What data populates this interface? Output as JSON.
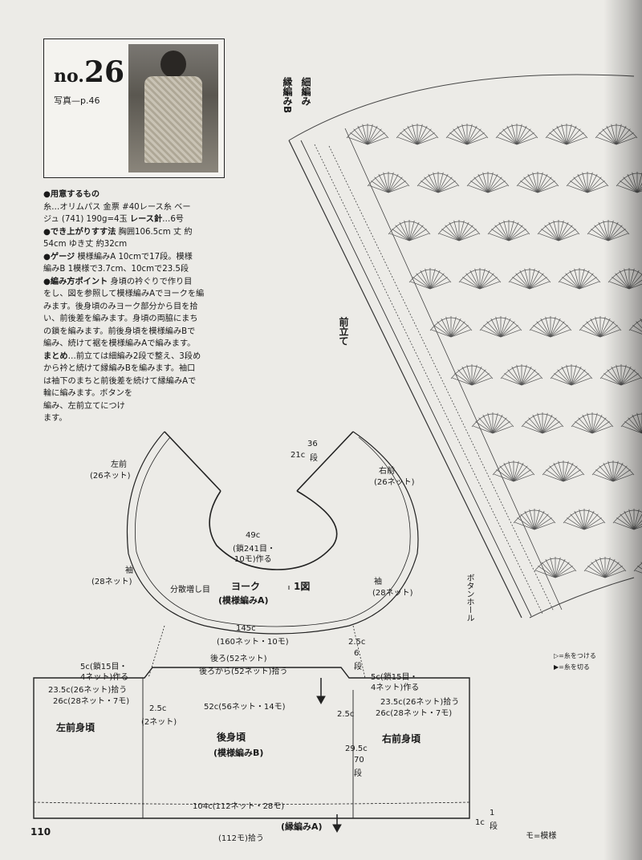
{
  "header": {
    "no_label": "no.",
    "no_number": "26",
    "photo_ref": "写真—p.46"
  },
  "materials": {
    "title": "●用意するもの",
    "line1": "糸…オリムパス 金票 #40レース糸 ベー",
    "line2_a": "ジュ (741) 190g=4玉 ",
    "line2_b": "レース針",
    "line2_c": "…6号"
  },
  "size": {
    "title": "●でき上がりすす法",
    "line1": " 胸囲106.5cm 丈 約",
    "line2": "54cm ゆき丈 約32cm"
  },
  "gauge": {
    "title": "●ゲージ",
    "line1": " 模様編みA 10cmで17段。模様",
    "line2": "編みB 1模様で3.7cm、10cmで23.5段"
  },
  "points": {
    "title": "●編み方ポイント",
    "lines": [
      " 身頃の衿ぐりで作り目",
      "をし、図を参照して模様編みAでヨークを編",
      "みます。後身頃のみヨーク部分から目を拾",
      "い、前後差を編みます。身頃の両脇にまち",
      "の鎖を編みます。前後身頃を模様編みBで",
      "編み、続けて裾を模様編みAで編みます。"
    ]
  },
  "finish": {
    "title": "まとめ",
    "lines": [
      "…前立ては細編み2段で整え、3段め",
      "から衿と続けて縁編みBを編みます。袖口",
      "は袖下のまちと前後差を続けて縁編みAで",
      "輪に編みます。ボタンを",
      "編み、左前立てにつけ",
      "ます。"
    ]
  },
  "yoke": {
    "left_front": "左前",
    "left_front_net": "(26ネット)",
    "right_front": "右前",
    "right_front_net": "(26ネット)",
    "side_21c": "21c",
    "side_36": "36",
    "side_dan": "段",
    "neck_49c": "49c",
    "neck_detail1": "(鎖241目・",
    "neck_detail2": "10モ)作る",
    "sleeve_l": "袖",
    "sleeve_l_net": "(28ネット)",
    "sleeve_r": "袖",
    "sleeve_r_net": "(28ネット)",
    "distributed": "分散増し目",
    "title": "ヨーク",
    "fig": "1図",
    "pattern": "(模様編みA)",
    "hem_145c": "145c",
    "hem_detail": "(160ネット・10モ)"
  },
  "body": {
    "back_52": "後ろ(52ネット)",
    "back_pick": "後ろから(52ネット)拾う",
    "left_5c": "5c(鎖15目・",
    "left_5c_2": "4ネット)作る",
    "right_5c": "5c(鎖15目・",
    "right_5c_2": "4ネット)作る",
    "left_23": "23.5c(26ネット)拾う",
    "left_26": "26c(28ネット・7モ)",
    "right_23": "23.5c(26ネット)拾う",
    "right_26": "26c(28ネット・7モ)",
    "left_25": "2.5c",
    "left_25_net": "(2ネット)",
    "center_52c": "52c(56ネット・14モ)",
    "right_25a": "2.5c",
    "right_6": "6",
    "right_6dan": "段",
    "right_25b": "2.5c",
    "left_front": "左前身頃",
    "back": "後身頃",
    "back_pattern": "(模様編みB)",
    "right_front": "右前身頃",
    "height_295": "29.5c",
    "height_70": "70",
    "height_dan": "段",
    "hem_104": "104c(112ネット・28モ)",
    "hem_1c": "1c",
    "hem_1dan": "1",
    "hem_dan": "段",
    "hem_border": "(縁編みA)",
    "hem_pick": "(112モ)拾う"
  },
  "chart": {
    "label_fine": "細編み",
    "label_edge": "縁編みB",
    "label_front": "前立て",
    "label_button": "ボタンホール",
    "legend1": "▷=糸をつける",
    "legend2": "▶=糸を切る",
    "legend3": "モ=模様"
  },
  "footer": {
    "page_number": "110"
  }
}
